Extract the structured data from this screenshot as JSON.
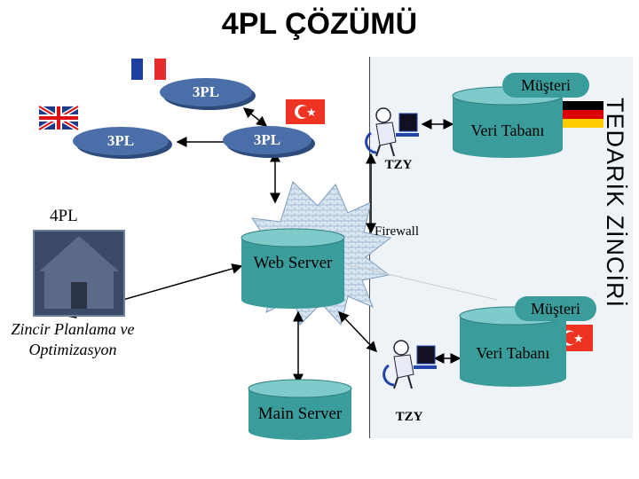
{
  "title": "4PL ÇÖZÜMÜ",
  "supply_chain_label": "TEDARİK ZİNCİRİ",
  "pl3": [
    "3PL",
    "3PL",
    "3PL"
  ],
  "pl4": "4PL",
  "optimization": "Zincir Planlama ve Optimizasyon",
  "web_server": "Web Server",
  "main_server": "Main Server",
  "firewall": "Firewall",
  "customer_top": {
    "name": "Müşteri",
    "db": "Veri Tabanı",
    "tzy": "TZY"
  },
  "customer_bottom": {
    "name": "Müşteri",
    "db": "Veri Tabanı",
    "tzy": "TZY"
  },
  "colors": {
    "plate": "#4a6ea8",
    "db": "#3b9c9c",
    "house": "#4a5a78"
  }
}
